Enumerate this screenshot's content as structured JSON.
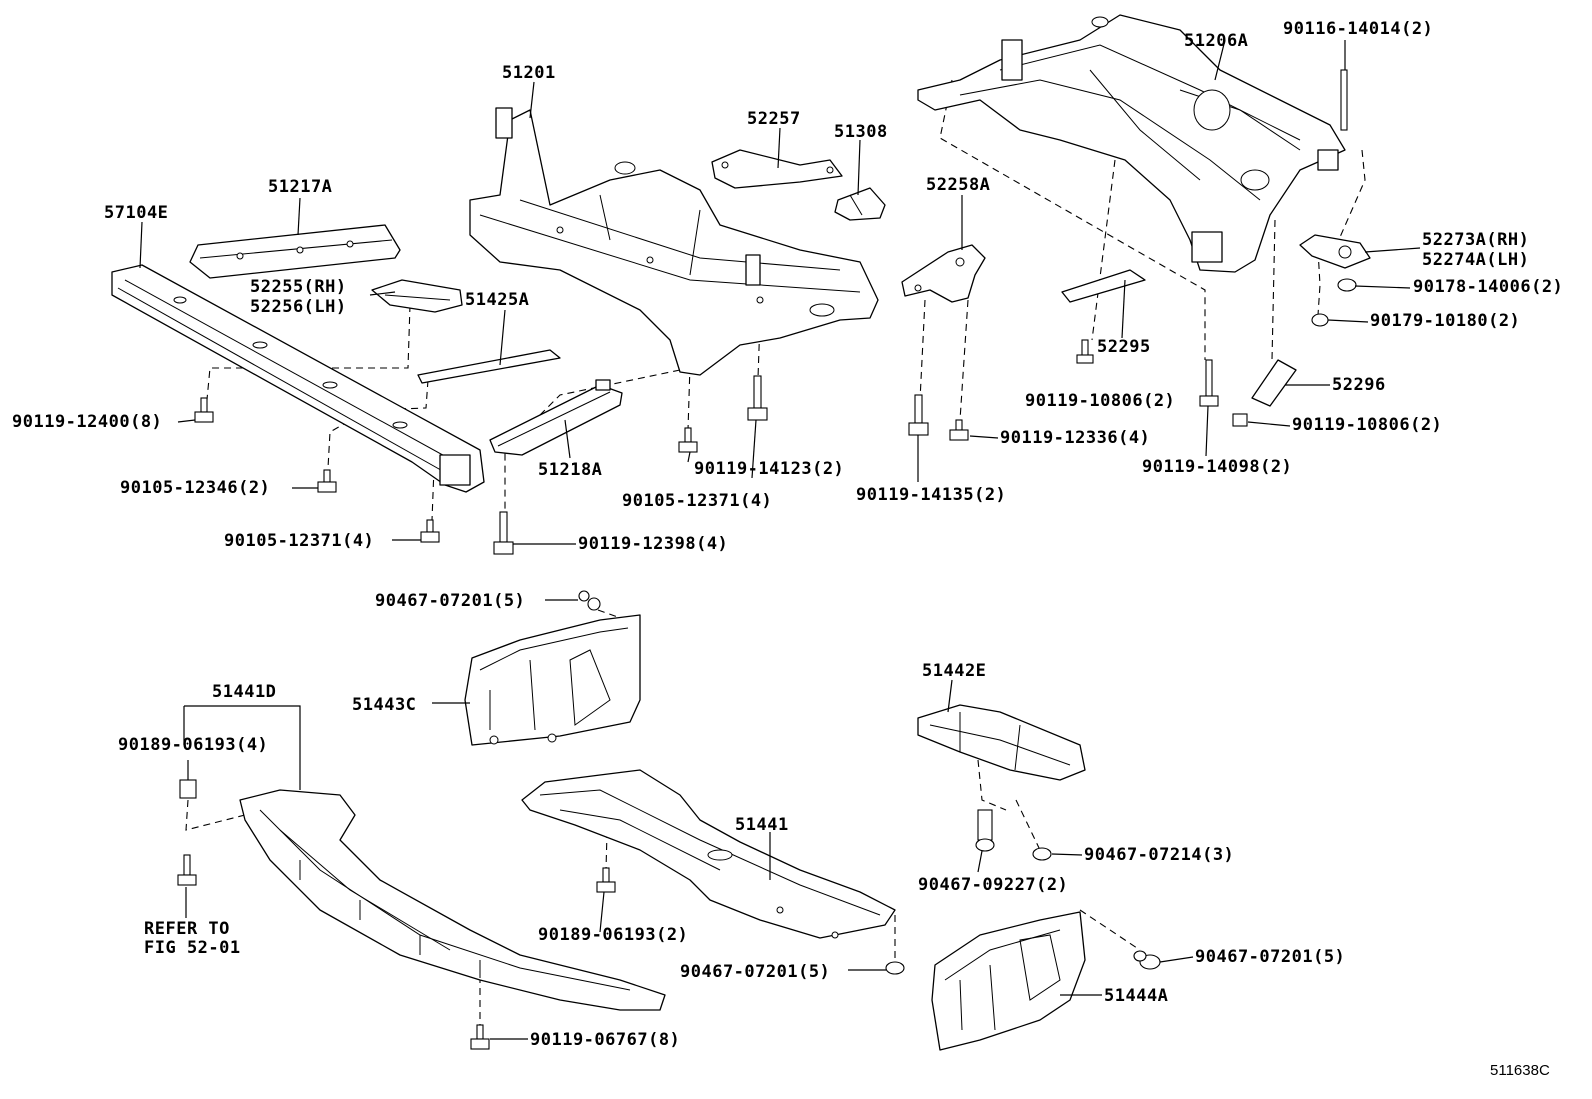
{
  "figure_code": "511638C",
  "labels": {
    "p51201": "51201",
    "p51206A": "51206A",
    "p90116_14014": "90116-14014(2)",
    "p52257": "52257",
    "p51308": "51308",
    "p51217A": "51217A",
    "p57104E": "57104E",
    "p52258A": "52258A",
    "p52273A": "52273A(RH)",
    "p52274A": "52274A(LH)",
    "p52255": "52255(RH)",
    "p52256": "52256(LH)",
    "p90178_14006": "90178-14006(2)",
    "p51425A": "51425A",
    "p90179_10180": "90179-10180(2)",
    "p52295": "52295",
    "p52296": "52296",
    "p90119_10806_a": "90119-10806(2)",
    "p90119_12400": "90119-12400(8)",
    "p90119_12336": "90119-12336(4)",
    "p90119_10806_b": "90119-10806(2)",
    "p51218A": "51218A",
    "p90119_14123": "90119-14123(2)",
    "p90119_14098": "90119-14098(2)",
    "p90105_12346": "90105-12346(2)",
    "p90105_12371_a": "90105-12371(4)",
    "p90119_14135": "90119-14135(2)",
    "p90105_12371_b": "90105-12371(4)",
    "p90119_12398": "90119-12398(4)",
    "p90467_07201_a": "90467-07201(5)",
    "p51442E": "51442E",
    "p51441D": "51441D",
    "p51443C": "51443C",
    "p90189_06193_a": "90189-06193(4)",
    "p51441": "51441",
    "p90467_07214": "90467-07214(3)",
    "p90467_09227": "90467-09227(2)",
    "refer_line1": "REFER TO",
    "refer_line2": "FIG 52-01",
    "p90189_06193_b": "90189-06193(2)",
    "p90467_07201_b": "90467-07201(5)",
    "p90467_07201_c": "90467-07201(5)",
    "p51444A": "51444A",
    "p90119_06767": "90119-06767(8)"
  }
}
